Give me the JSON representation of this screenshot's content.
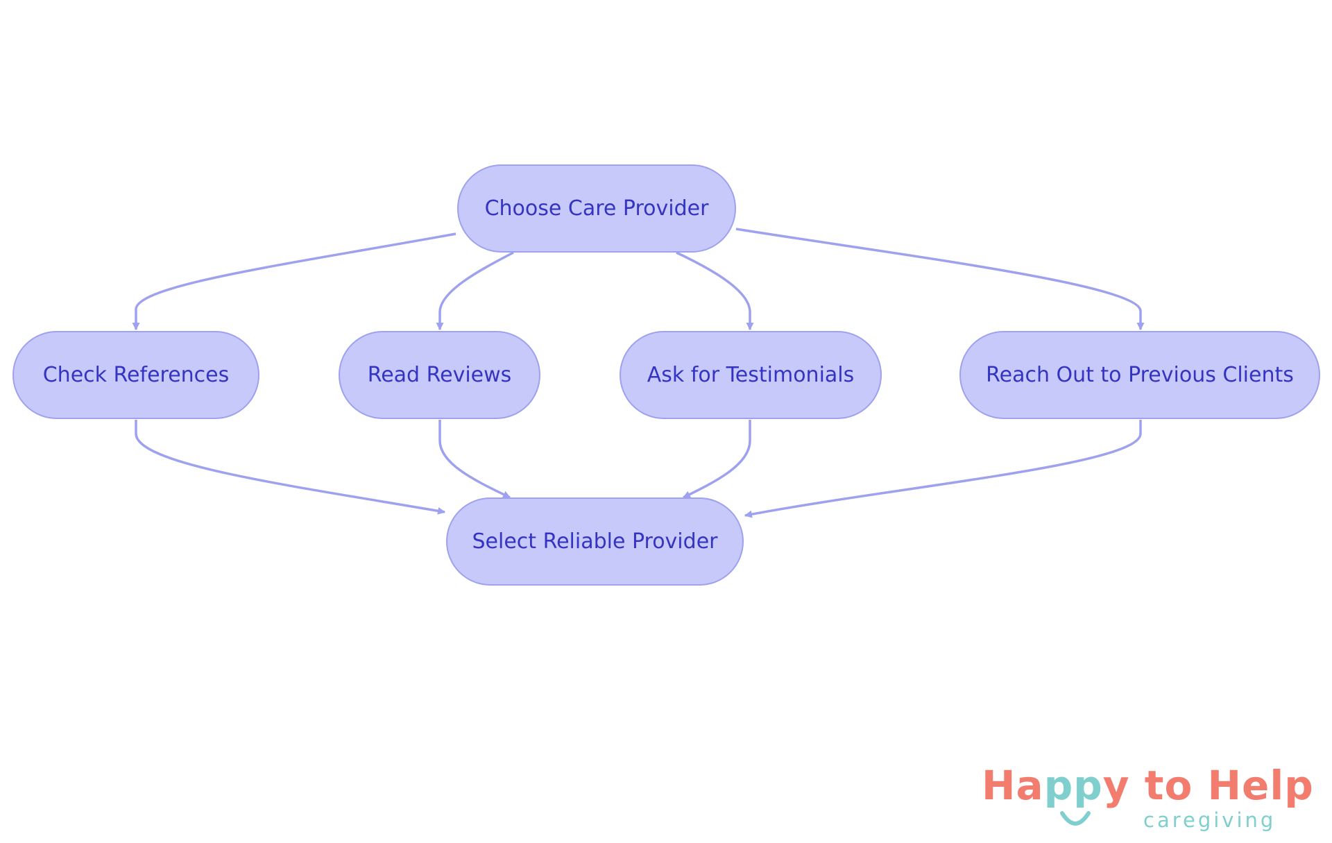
{
  "diagram": {
    "nodes": {
      "choose": "Choose Care Provider",
      "check": "Check References",
      "read": "Read Reviews",
      "ask": "Ask for Testimonials",
      "reach": "Reach Out to Previous Clients",
      "select": "Select Reliable Provider"
    },
    "edges": [
      {
        "from": "Choose Care Provider",
        "to": "Check References"
      },
      {
        "from": "Choose Care Provider",
        "to": "Read Reviews"
      },
      {
        "from": "Choose Care Provider",
        "to": "Ask for Testimonials"
      },
      {
        "from": "Choose Care Provider",
        "to": "Reach Out to Previous Clients"
      },
      {
        "from": "Check References",
        "to": "Select Reliable Provider"
      },
      {
        "from": "Read Reviews",
        "to": "Select Reliable Provider"
      },
      {
        "from": "Ask for Testimonials",
        "to": "Select Reliable Provider"
      },
      {
        "from": "Reach Out to Previous Clients",
        "to": "Select Reliable Provider"
      }
    ],
    "colors": {
      "node_fill": "#c8c9fb",
      "node_border": "#9ea1ee",
      "node_text": "#3434c2",
      "edge": "#9ea1ee"
    }
  },
  "logo": {
    "part1": "Ha",
    "part2": "pp",
    "part3": "y to Help",
    "sub": "caregiving",
    "colors": {
      "primary": "#f27c6d",
      "secondary": "#7ecfcd"
    }
  }
}
